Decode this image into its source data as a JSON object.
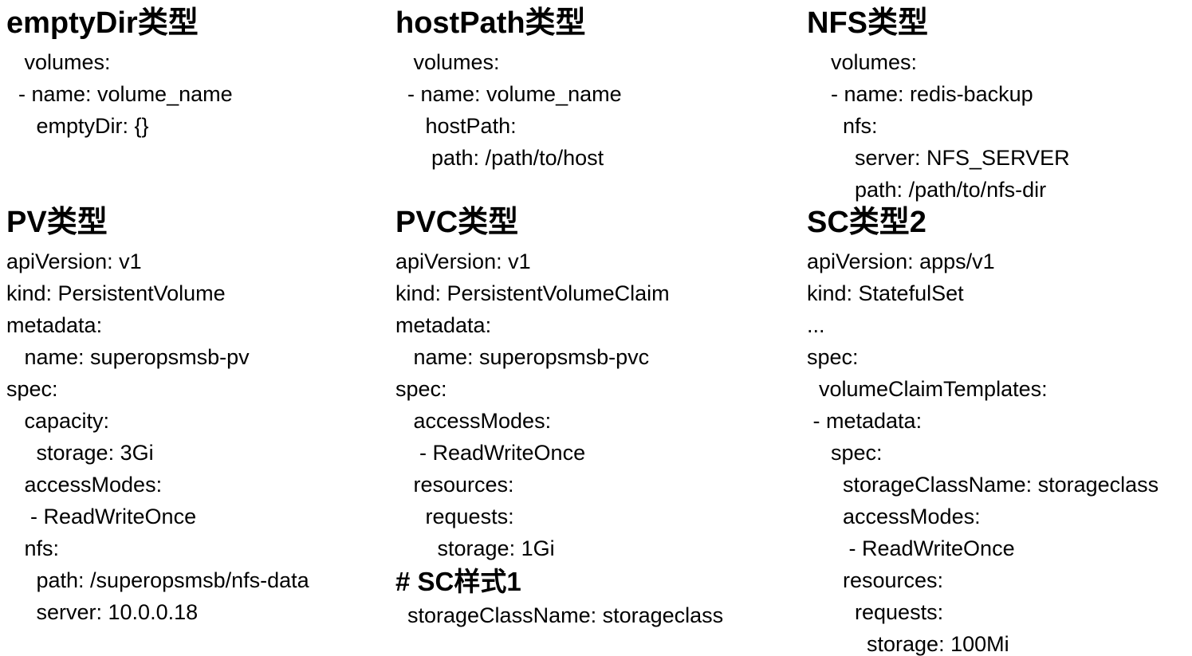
{
  "page": {
    "background_color": "#ffffff",
    "text_color": "#000000"
  },
  "blocks": [
    {
      "id": "emptydir",
      "title": "emptyDir类型",
      "lines": [
        "   volumes:",
        "  - name: volume_name",
        "     emptyDir: {}"
      ]
    },
    {
      "id": "hostpath",
      "title": "hostPath类型",
      "lines": [
        "   volumes:",
        "  - name: volume_name",
        "     hostPath:",
        "      path: /path/to/host"
      ]
    },
    {
      "id": "nfs",
      "title": "NFS类型",
      "lines": [
        "    volumes:",
        "    - name: redis-backup",
        "      nfs:",
        "        server: NFS_SERVER",
        "        path: /path/to/nfs-dir"
      ]
    },
    {
      "id": "pv",
      "title": "PV类型",
      "lines": [
        "apiVersion: v1",
        "kind: PersistentVolume",
        "metadata:",
        "   name: superopsmsb-pv",
        "spec:",
        "   capacity:",
        "     storage: 3Gi",
        "   accessModes:",
        "    - ReadWriteOnce",
        "   nfs:",
        "     path: /superopsmsb/nfs-data",
        "     server: 10.0.0.18"
      ]
    },
    {
      "id": "pvc",
      "title": "PVC类型",
      "lines": [
        "apiVersion: v1",
        "kind: PersistentVolumeClaim",
        "metadata:",
        "   name: superopsmsb-pvc",
        "spec:",
        "   accessModes:",
        "    - ReadWriteOnce",
        "   resources:",
        "     requests:",
        "       storage: 1Gi"
      ],
      "sub_title": "# SC样式1",
      "tail_lines": [
        "  storageClassName: storageclass"
      ]
    },
    {
      "id": "sc",
      "title": "SC类型2",
      "lines": [
        "apiVersion: apps/v1",
        "kind: StatefulSet",
        "...",
        "spec:",
        "  volumeClaimTemplates:",
        " - metadata:",
        "    spec:",
        "      storageClassName: storageclass",
        "      accessModes:",
        "       - ReadWriteOnce",
        "      resources:",
        "        requests:",
        "          storage: 100Mi"
      ]
    }
  ]
}
